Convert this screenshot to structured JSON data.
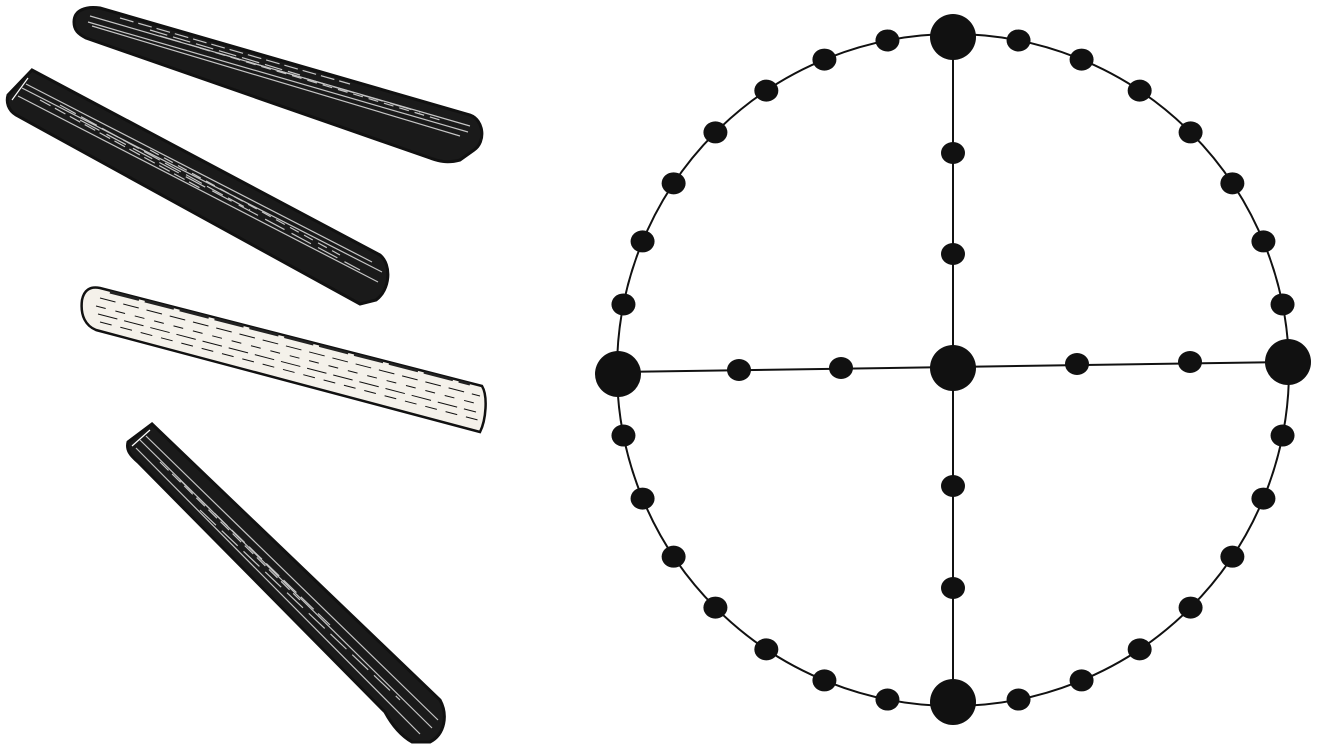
{
  "colors": {
    "ink": "#111111",
    "light_stick_fill": "#f4f1ea",
    "background": "#ffffff"
  },
  "sticks": [
    {
      "name": "stick-1",
      "shade": "dark"
    },
    {
      "name": "stick-2",
      "shade": "dark"
    },
    {
      "name": "stick-3",
      "shade": "light"
    },
    {
      "name": "stick-4",
      "shade": "dark"
    }
  ],
  "board": {
    "ring_holes": 28,
    "arm_holes_per_side": 2,
    "large_holes": [
      "top",
      "bottom",
      "left",
      "right",
      "center"
    ]
  }
}
